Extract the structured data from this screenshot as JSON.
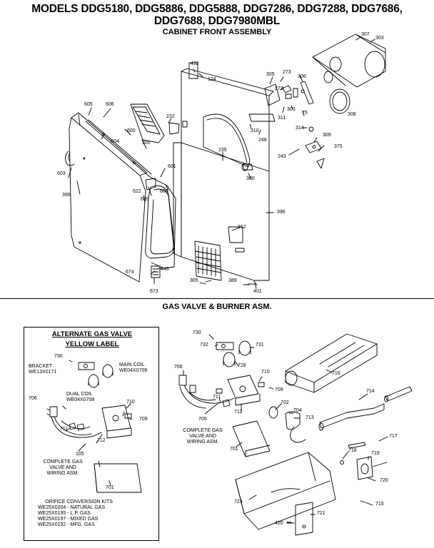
{
  "header": {
    "line1": "MODELS DDG5180, DDG5886, DDG5888, DDG7286, DDG7288, DDG7686,",
    "line2": "DDG7688, DDG7980MBL",
    "subtitle": "CABINET FRONT ASSEMBLY"
  },
  "section2_title": "GAS VALVE & BURNER ASM.",
  "alt_box": {
    "title1": "ALTERNATE GAS VALVE",
    "title2": "YELLOW LABEL",
    "bracket": [
      "BRACKET",
      "WE13X0171"
    ],
    "main_coil": [
      "MAIN COIL",
      "WE04X0709"
    ],
    "dual_coil": [
      "DUAL COIL",
      "WE04X0708"
    ],
    "complete": [
      "COMPLETE GAS",
      "VALVE AND",
      "WIRING ASM."
    ],
    "orifice_title": "ORIFICE CONVERSION KITS",
    "orifice_kits": [
      "WE25X0204 - NATURAL GAS",
      "WE25X0195 - L.P. GAS",
      "WE25X0197 - MIXED GAS",
      "WE25X0192 - MFG. GAS"
    ]
  },
  "main_complete": [
    "COMPLETE GAS",
    "VALVE AND",
    "WIRING ASM."
  ],
  "callouts": {
    "c307": "307",
    "c303": "303",
    "c308": "308",
    "c305": "305",
    "c273": "273",
    "c306": "306",
    "c272": "272",
    "c75": "75",
    "c300": "300",
    "c311": "311",
    "c432": "432",
    "c124": "124",
    "c605": "605",
    "c606": "606",
    "c600": "600",
    "c604": "604",
    "c232": "232",
    "c310": "310",
    "c314": "314",
    "c309": "309",
    "c248": "248",
    "c243": "243",
    "c375": "375",
    "c235": "235",
    "c380": "380",
    "c603": "603",
    "c601": "601",
    "c395": "395",
    "c622": "622",
    "c608": "608",
    "c609": "609",
    "c396": "396",
    "c312": "312",
    "c674": "674",
    "c446": "446",
    "c673": "673",
    "c305b": "305",
    "c389": "389",
    "c401": "401",
    "a730": "730",
    "a706": "706",
    "a710": "710",
    "a709": "709",
    "a711": "711",
    "a712": "712",
    "a105": "105",
    "a701": "701",
    "m730": "730",
    "m732": "732",
    "m731": "731",
    "m728": "728",
    "m706": "706",
    "m710": "710",
    "m716": "716",
    "m711": "711",
    "m709": "709",
    "m712": "712",
    "m702": "702",
    "m713": "713",
    "m704": "704",
    "m714": "714",
    "m705": "705",
    "m701": "701",
    "m717": "717",
    "m718": "718",
    "m719": "719",
    "m720": "720",
    "m723": "723",
    "m721": "721",
    "m715": "715",
    "m420": "420"
  }
}
